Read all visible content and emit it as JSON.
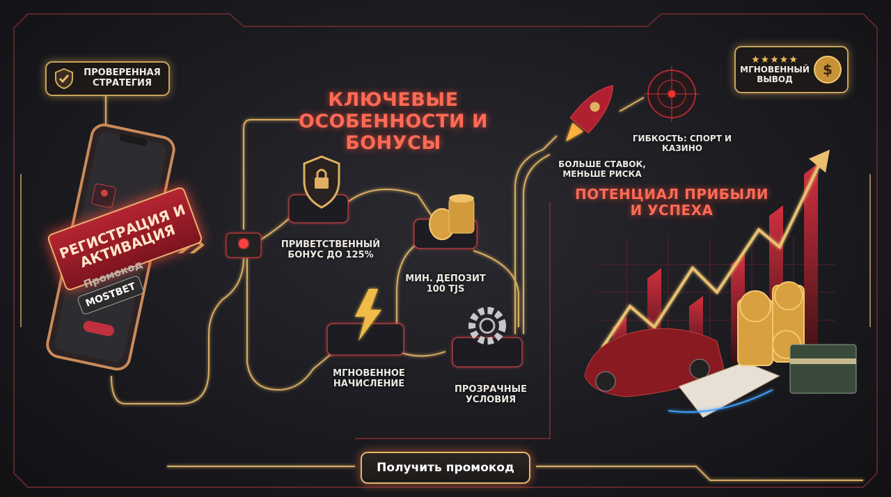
{
  "badge_left": {
    "label": "Проверенная стратегия",
    "icon": "shield-check-icon"
  },
  "registration": {
    "title": "Регистрация и активация",
    "promo_label": "Промокод",
    "promo_value": "MOSTBET"
  },
  "main_title": "Ключевые особенности и бонусы",
  "features": [
    {
      "label": "Приветственный бонус до 125%",
      "icon": "shield-lock-icon"
    },
    {
      "label": "Мин. депозит 100 TJS",
      "icon": "coins-icon"
    },
    {
      "label": "Мгновенное начисление",
      "icon": "lightning-icon"
    },
    {
      "label": "Прозрачные условия",
      "icon": "gear-icon"
    }
  ],
  "rocket": {
    "label": "Больше ставок, меньше риска",
    "icon": "rocket-icon"
  },
  "target": {
    "label": "Гибкость: спорт и казино",
    "icon": "target-icon"
  },
  "badge_right": {
    "label": "Мгновенный вывод",
    "stars": 5,
    "icon": "dollar-coin-icon"
  },
  "profit_title": "Потенциал прибыли и успеха",
  "cta": {
    "label": "Получить промокод"
  },
  "colors": {
    "accent_red": "#ff6a55",
    "gold": "#e3b66a",
    "background": "#1b1b20"
  }
}
